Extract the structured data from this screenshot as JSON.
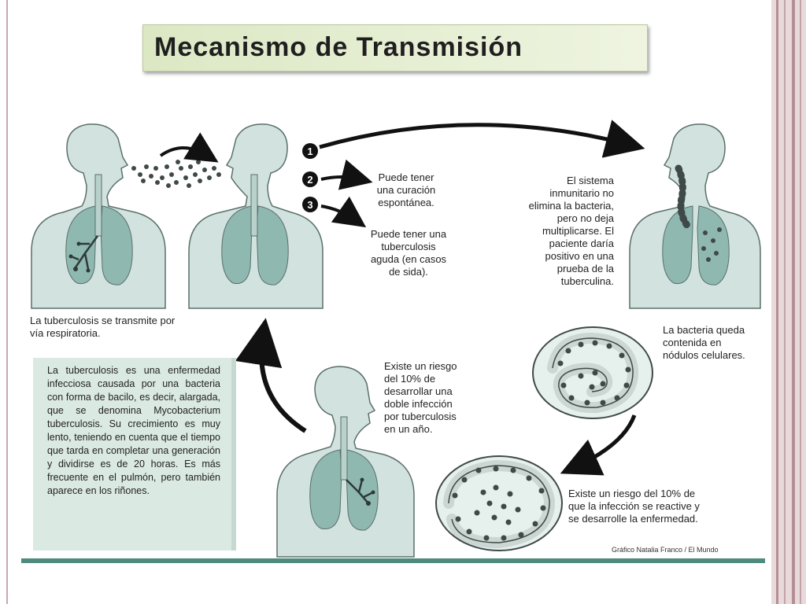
{
  "title": "Mecanismo de Transmisión",
  "steps": {
    "step1_number": "1",
    "step2_number": "2",
    "step3_number": "3",
    "step2_text": "Puede tener\nuna curación\nespontánea.",
    "step3_text": "Puede tener una\ntuberculosis\naguda (en casos\nde sida)."
  },
  "captions": {
    "transmission": "La tuberculosis  se transmite por\nvía respiratoria.",
    "immune_system": "El sistema\ninmunitario no\nelimina la bacteria,\npero no deja\nmultiplicarse. El\npaciente daría\npositivo en una\nprueba de la\ntuberculina.",
    "nodules": "La bacteria queda\ncontenida en\nnódulos celulares.",
    "double_infection": "Existe un riesgo\ndel 10% de\ndesarrollar una\ndoble infección\npor tuberculosis\nen un año.",
    "reactivation": "Existe un riesgo del 10% de\nque la infección se reactive y\nse desarrolle la enfermedad."
  },
  "infobox": "La tuberculosis es una enfermedad infecciosa causada por una bacteria con forma de bacilo, es decir, alargada, que se denomina Mycobacterium tuberculosis. Su crecimiento es muy lento, teniendo en cuenta que el tiempo que tarda en completar una generación y dividirse es de 20 horas. Es más frecuente en el pulmón, pero también aparece en los riñones.",
  "credit": "Gráfico Natalia Franco / El Mundo",
  "colors": {
    "figure": "#d2e3df",
    "lung": "#8fb8b0",
    "outline": "#5a6f6b",
    "bacteria": "#3f4a48",
    "accent_rule": "#4f8a7e",
    "infobox_bg": "#dbe9e3"
  }
}
